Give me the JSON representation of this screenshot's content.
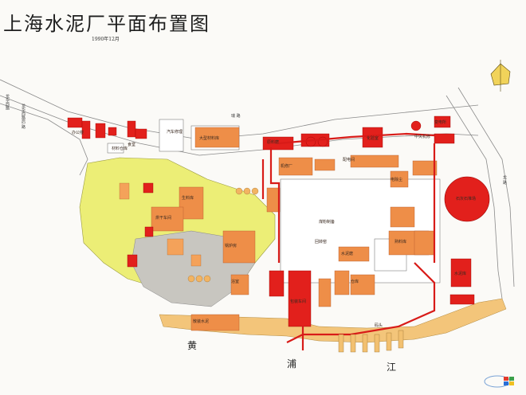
{
  "title": "上海水泥厂平面布置图",
  "date": "1990年12月",
  "river": {
    "c1": "黄",
    "c2": "浦",
    "c3": "江"
  },
  "roads": {
    "north": "瑞 路",
    "left1": "龙华西路",
    "left2": "龙华西路后 路",
    "east": "龙 路"
  },
  "labels": {
    "l1": "中央机修",
    "l2": "汽车修理",
    "l3": "材料仓库",
    "l4": "大型材料库",
    "l5": "配电间",
    "l6": "化验室",
    "l7": "原料磨",
    "l8": "机修厂",
    "l9": "变电所",
    "l10": "电除尘",
    "l11": "熟料库",
    "l12": "水泥磨",
    "l13": "包装车间",
    "l14": "水泥库",
    "l15": "煤粉制备",
    "l16": "回转窑",
    "l17": "生料库",
    "l18": "烘干车间",
    "l19": "石灰石堆场",
    "l20": "码头",
    "l21": "散装水泥",
    "l22": "锅炉房",
    "l23": "办公楼",
    "l24": "食堂",
    "l25": "仓库",
    "l26": "浴室"
  },
  "colors": {
    "red": "#e8201c",
    "orange": "#f0924a",
    "yellow": "#eef07a",
    "gray": "#c9c7c2",
    "tan": "#f2c27a"
  }
}
